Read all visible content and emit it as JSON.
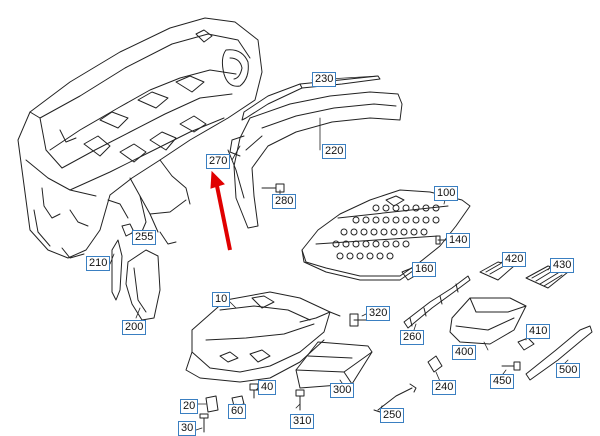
{
  "diagram": {
    "colors": {
      "line": "#222222",
      "label_border": "#3a7fc1",
      "highlight_arrow": "#e00000"
    },
    "parts": {
      "p230": "230",
      "p220": "220",
      "p270": "270",
      "p280": "280",
      "p100": "100",
      "p140": "140",
      "p255": "255",
      "p210": "210",
      "p160": "160",
      "p420": "420",
      "p430": "430",
      "p200": "200",
      "p10": "10",
      "p320": "320",
      "p260": "260",
      "p410": "410",
      "p400": "400",
      "p500": "500",
      "p450": "450",
      "p40": "40",
      "p300": "300",
      "p240": "240",
      "p20": "20",
      "p60": "60",
      "p310": "310",
      "p250": "250",
      "p30": "30"
    }
  }
}
